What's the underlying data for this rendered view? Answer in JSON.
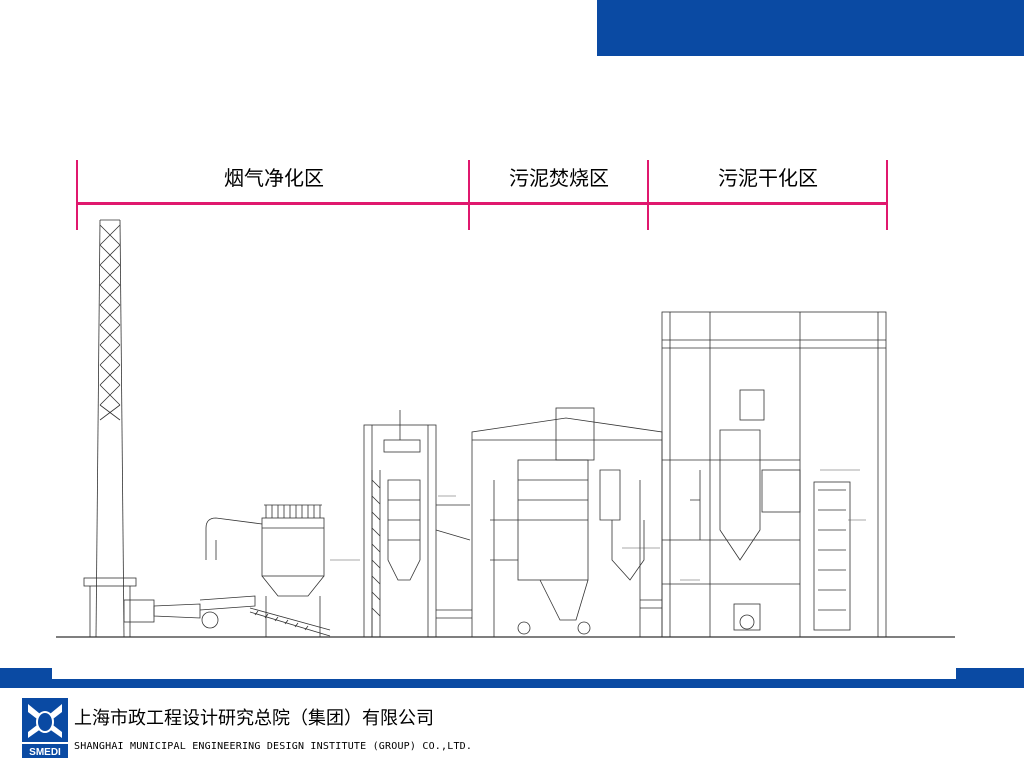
{
  "zones": [
    {
      "label": "烟气净化区"
    },
    {
      "label": "污泥焚烧区"
    },
    {
      "label": "污泥干化区"
    }
  ],
  "company": {
    "name_cn": "上海市政工程设计研究总院（集团）有限公司",
    "name_en": "SHANGHAI MUNICIPAL ENGINEERING DESIGN INSTITUTE (GROUP) CO.,LTD.",
    "logo_text": "SMEDI"
  },
  "colors": {
    "brand_blue": "#0a4aa3",
    "accent_pink": "#e0186e",
    "drawing_line": "#333333"
  }
}
